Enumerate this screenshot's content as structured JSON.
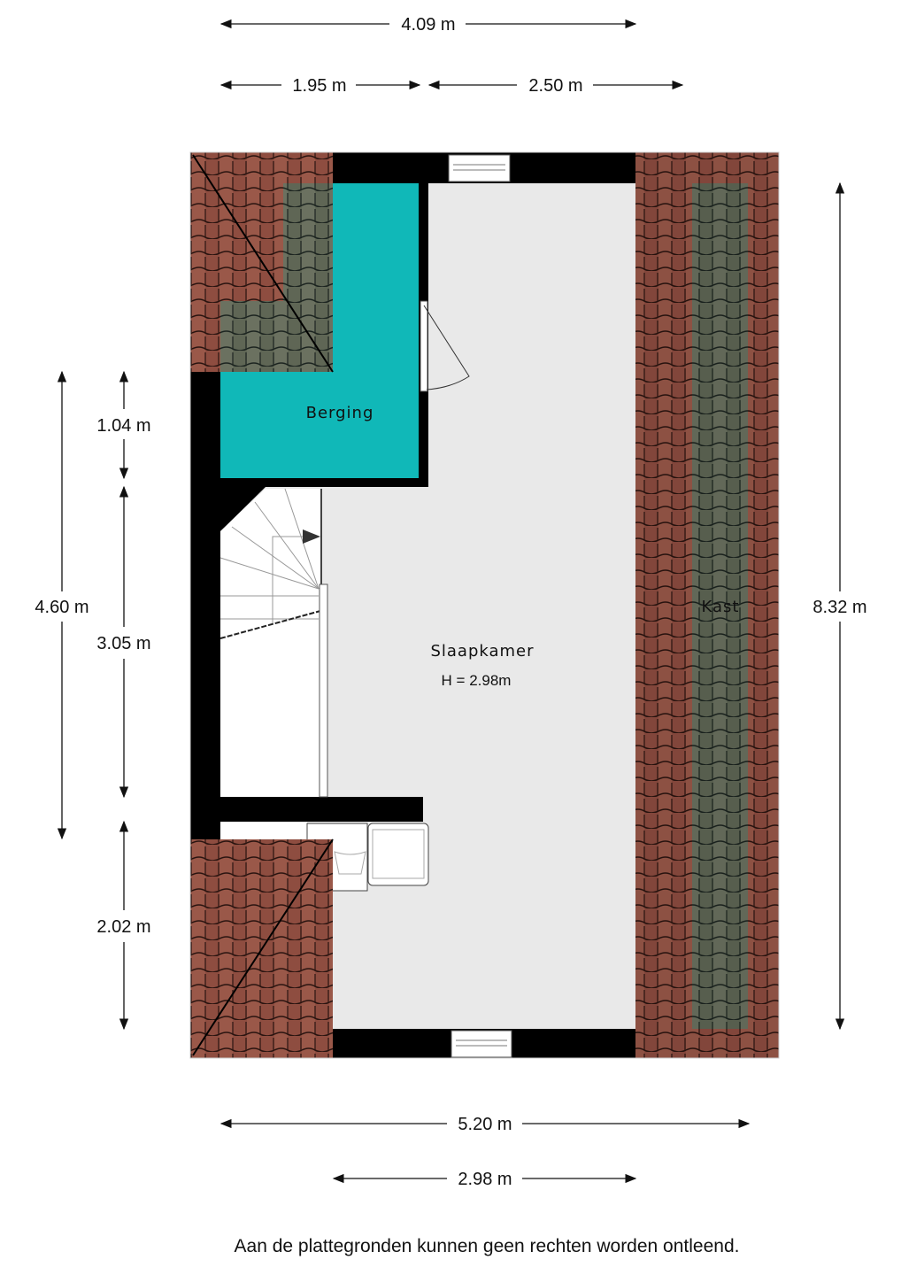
{
  "dimensions": {
    "top_total": "4.09 m",
    "top_left": "1.95 m",
    "top_right": "2.50 m",
    "bottom_total": "5.20 m",
    "bottom_inner": "2.98 m",
    "left_outer": "4.60 m",
    "left_upper": "1.04 m",
    "left_middle": "3.05 m",
    "left_lower": "2.02 m",
    "right_total": "8.32 m"
  },
  "rooms": {
    "berging": "Berging",
    "slaapkamer": "Slaapkamer",
    "height": "H = 2.98m",
    "kast": "Kast"
  },
  "colors": {
    "berging": "#10b8b8",
    "room": "#e9e9e9",
    "wall": "#000000",
    "roof": "#8a4a3c"
  },
  "disclaimer": "Aan de plattegronden kunnen geen rechten worden ontleend."
}
